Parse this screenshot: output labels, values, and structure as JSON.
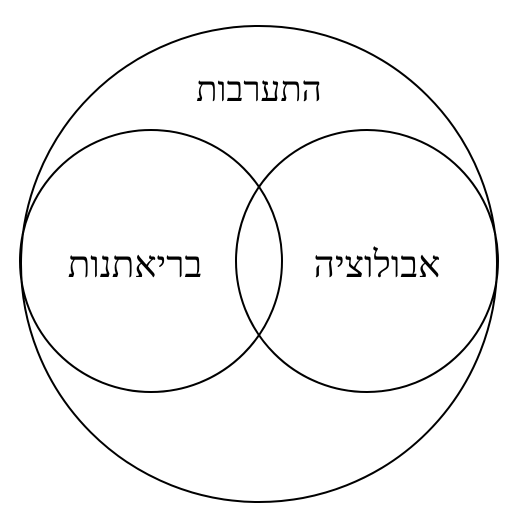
{
  "diagram": {
    "outer_label": "התערבות",
    "left_label": "בריאתנות",
    "right_label": "אבולוציה",
    "stroke_color": "#000000",
    "background_color": "#ffffff"
  }
}
